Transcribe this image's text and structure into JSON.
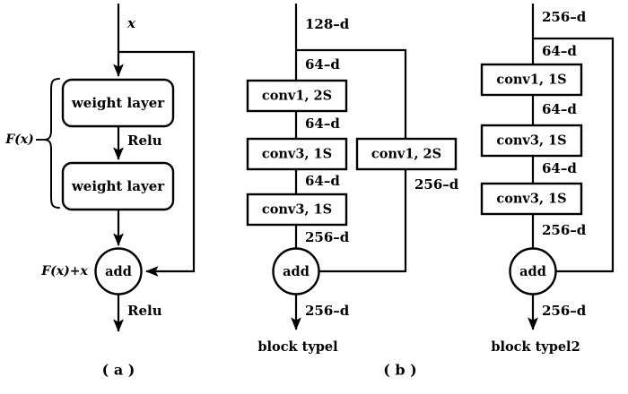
{
  "figure": {
    "background_color": "#ffffff",
    "line_color": "#000000",
    "captions": {
      "left": "( a )",
      "right": "( b )"
    }
  },
  "panel_a": {
    "input_label": "x",
    "blocks": [
      {
        "label": "weight layer"
      },
      {
        "label": "weight layer"
      }
    ],
    "edge_labels": {
      "between_layers": "Relu",
      "after_add": "Relu"
    },
    "brace_label": "F(x)",
    "sum_input_label": "F(x)+x",
    "adder_label": "add",
    "caption": "( a )"
  },
  "panel_b": {
    "input_label": "128–d",
    "main_blocks": [
      {
        "label": "conv1, 2S",
        "in_dim": "64–d"
      },
      {
        "label": "conv3, 1S",
        "in_dim": "64–d"
      },
      {
        "label": "conv3, 1S",
        "in_dim": "64–d"
      }
    ],
    "shortcut_block": {
      "label": "conv1, 2S",
      "out_dim": "256–d"
    },
    "pre_add_dim": "256–d",
    "adder_label": "add",
    "output_dim": "256–d",
    "block_name": "block typel"
  },
  "panel_c": {
    "input_label": "256–d",
    "main_blocks": [
      {
        "label": "conv1, 1S",
        "in_dim": "64–d"
      },
      {
        "label": "conv3, 1S",
        "in_dim": "64–d"
      },
      {
        "label": "conv3, 1S",
        "in_dim": "64–d"
      }
    ],
    "pre_add_dim": "256–d",
    "adder_label": "add",
    "output_dim": "256–d",
    "block_name": "block typel2"
  }
}
